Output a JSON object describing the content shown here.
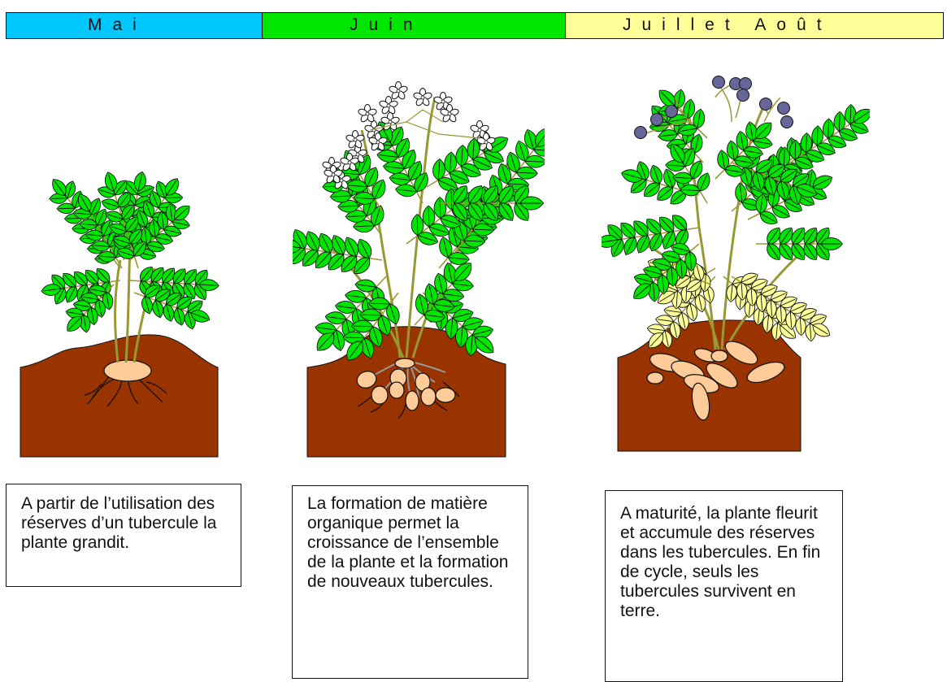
{
  "months": {
    "mai": "Mai",
    "juin": "Juin",
    "juillet_aout": "Juillet Août"
  },
  "colors": {
    "mai": "#00c8ff",
    "juin": "#00e600",
    "juillet_aout": "#ffff99",
    "soil": "#993300",
    "leaf": "#00e600",
    "leaf_dry": "#ffff99",
    "stem": "#999933",
    "tuber": "#ffcc99",
    "berry": "#666699",
    "flower": "#ffffff"
  },
  "captions": [
    "A partir de l’utilisation des réserves d’un tubercule la plante grandit.",
    "La formation de matière organique permet la croissance de l’ensemble de la plante et la formation de nouveaux tubercules.",
    "A maturité, la plante fleurit et accumule des réserves dans les tubercules. En fin de cycle, seuls les tubercules survivent en terre."
  ]
}
